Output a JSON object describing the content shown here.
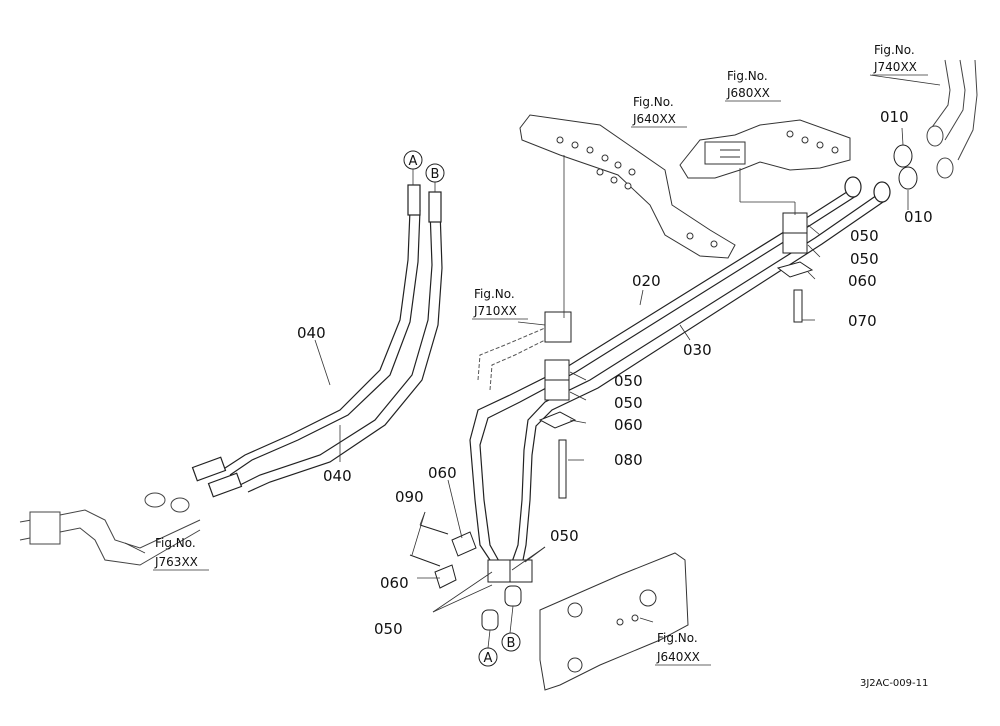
{
  "diagram": {
    "part_labels": {
      "p010a": "010",
      "p010b": "010",
      "p020": "020",
      "p030": "030",
      "p040a": "040",
      "p040b": "040",
      "p050a": "050",
      "p050b": "050",
      "p050c": "050",
      "p050d": "050",
      "p050e": "050",
      "p050f": "050",
      "p060a": "060",
      "p060b": "060",
      "p060c": "060",
      "p060d": "060",
      "p070": "070",
      "p080": "080",
      "p090": "090"
    },
    "fig_refs": {
      "f740": {
        "title": "Fig.No.",
        "code": "J740XX"
      },
      "f680": {
        "title": "Fig.No.",
        "code": "J680XX"
      },
      "f640top": {
        "title": "Fig.No.",
        "code": "J640XX"
      },
      "f710": {
        "title": "Fig.No.",
        "code": "J710XX"
      },
      "f763": {
        "title": "Fig.No.",
        "code": "J763XX"
      },
      "f640bot": {
        "title": "Fig.No.",
        "code": "J640XX"
      }
    },
    "connectors": {
      "a_top": "A",
      "b_top": "B",
      "a_bot": "A",
      "b_bot": "B"
    },
    "drawing_code": "3J2AC-009-11"
  }
}
